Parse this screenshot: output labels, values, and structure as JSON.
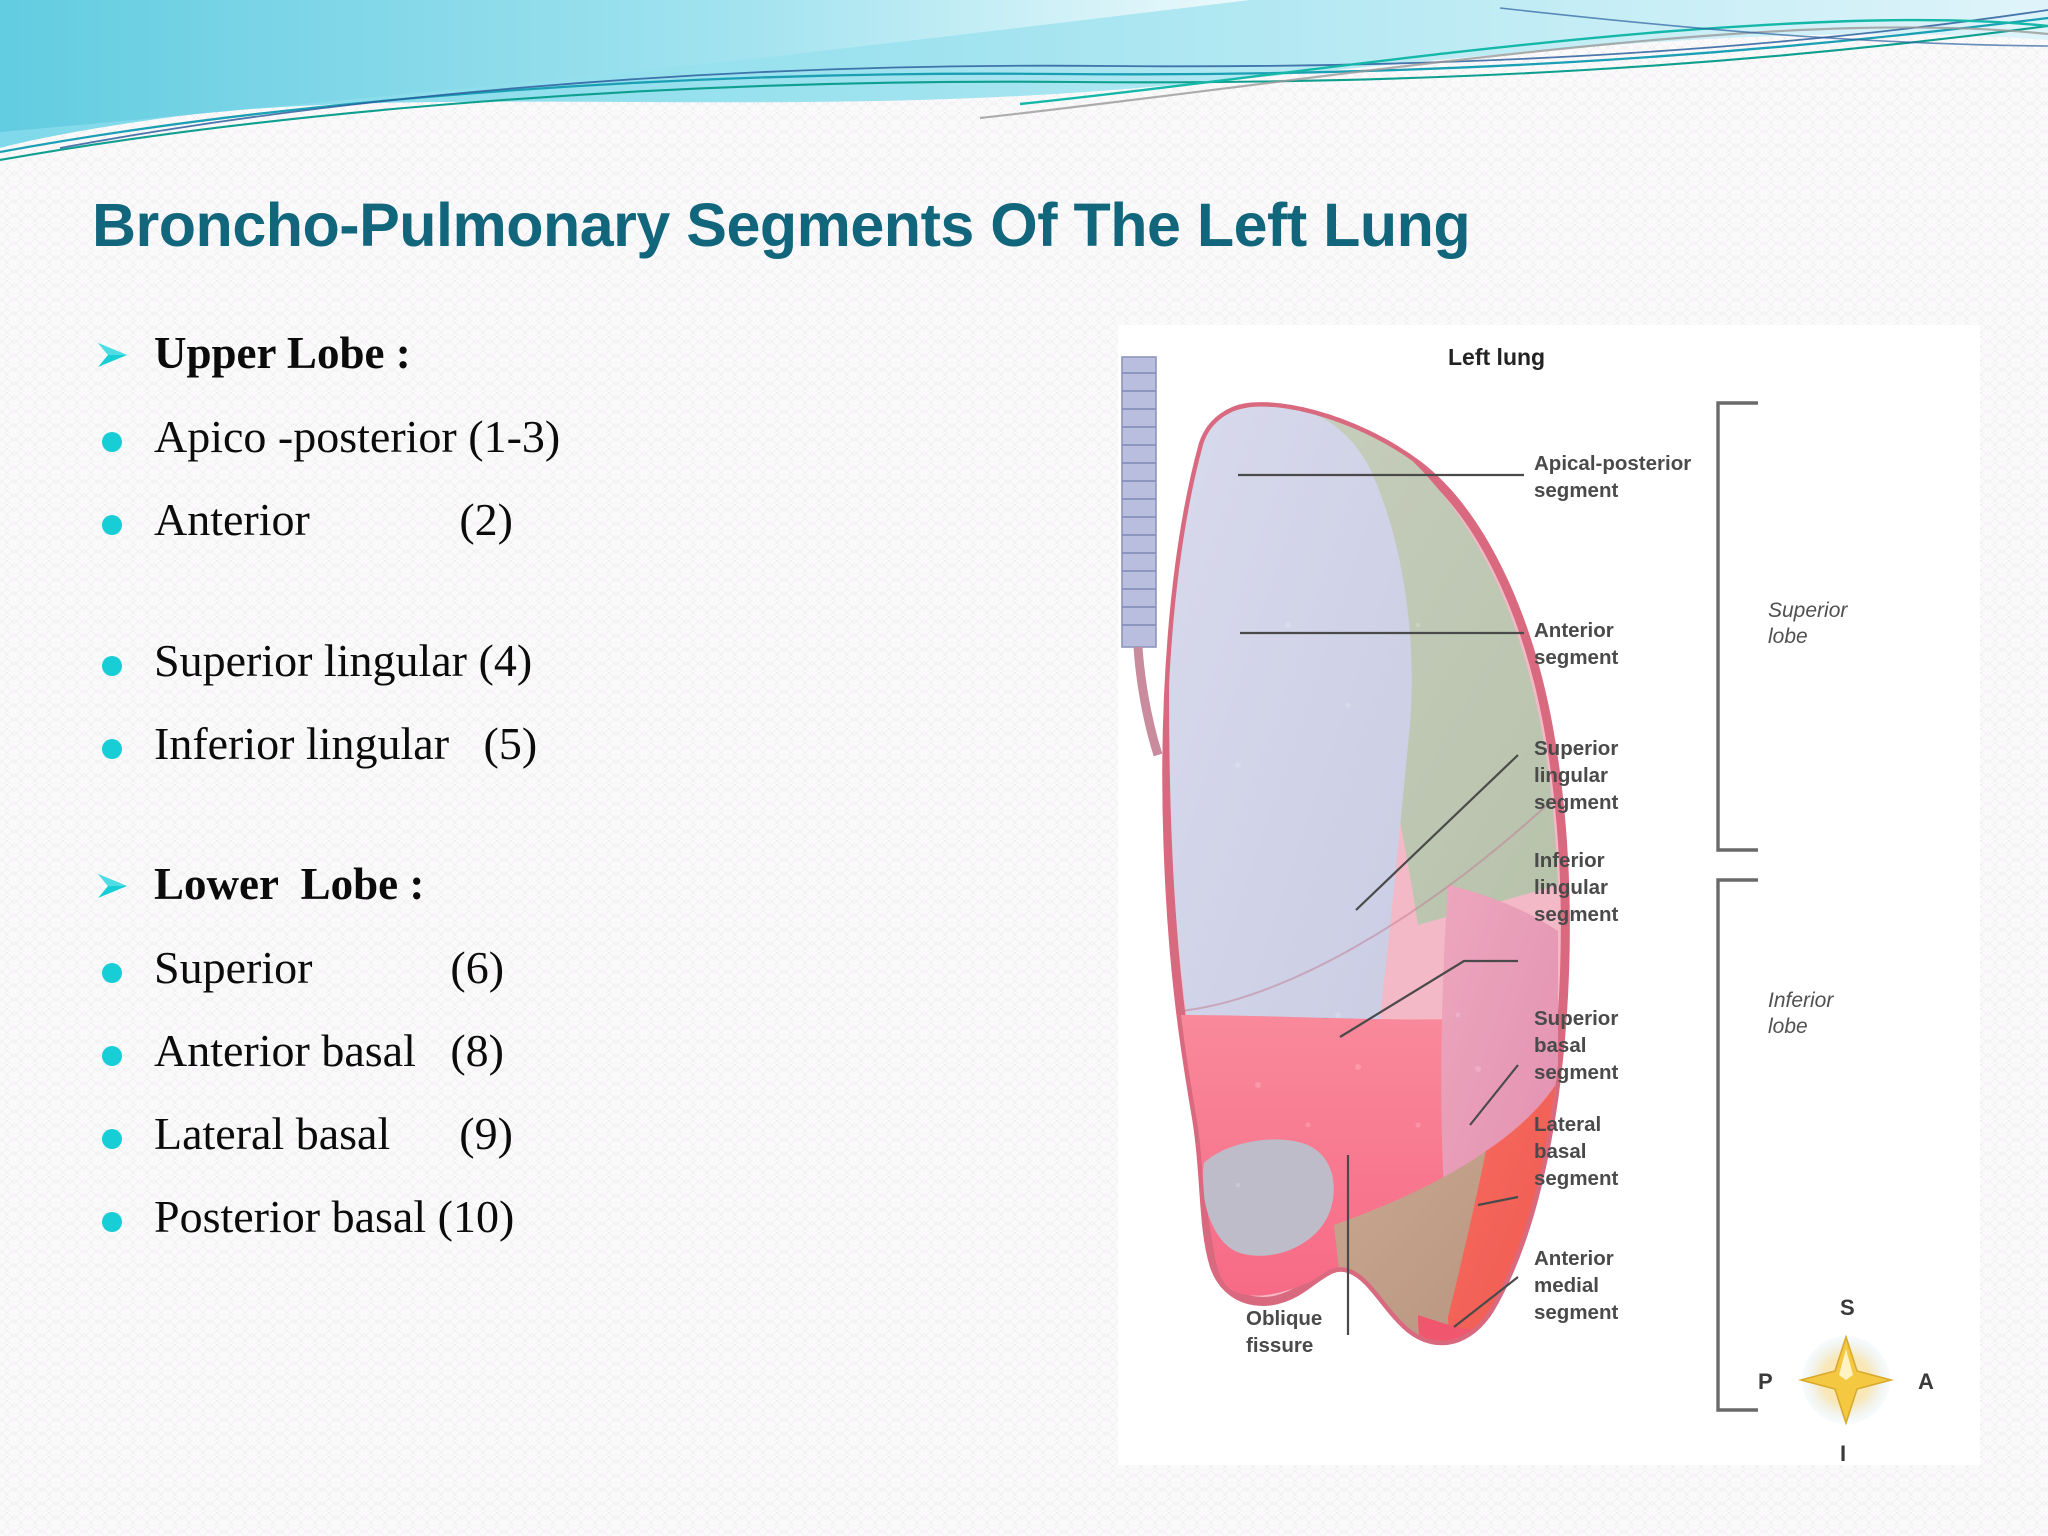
{
  "slide": {
    "title": "Broncho-Pulmonary Segments Of The Left Lung",
    "title_color": "#11667b",
    "accent_color": "#17cdd6",
    "background_color": "#fbfafb"
  },
  "content": {
    "items": [
      {
        "type": "heading",
        "bullet": "arrow-bullet",
        "label": "Upper Lobe :",
        "number": ""
      },
      {
        "type": "item",
        "bullet": "dot-bullet",
        "label": "Apico -posterior ",
        "number": "(1-3)"
      },
      {
        "type": "item",
        "bullet": "dot-bullet",
        "label": "Anterior             ",
        "number": "(2)"
      },
      {
        "type": "spacer",
        "bullet": "",
        "label": "",
        "number": ""
      },
      {
        "type": "item",
        "bullet": "dot-bullet",
        "label": "Superior lingular ",
        "number": "(4)"
      },
      {
        "type": "item",
        "bullet": "dot-bullet",
        "label": "Inferior lingular   ",
        "number": "(5)"
      },
      {
        "type": "spacer",
        "bullet": "",
        "label": "",
        "number": ""
      },
      {
        "type": "heading",
        "bullet": "arrow-bullet",
        "label": "Lower  Lobe :",
        "number": ""
      },
      {
        "type": "item",
        "bullet": "dot-bullet",
        "label": "Superior            ",
        "number": "(6)"
      },
      {
        "type": "item",
        "bullet": "dot-bullet",
        "label": "Anterior basal   ",
        "number": "(8)"
      },
      {
        "type": "item",
        "bullet": "dot-bullet",
        "label": "Lateral basal      ",
        "number": "(9)"
      },
      {
        "type": "item",
        "bullet": "dot-bullet",
        "label": "Posterior basal ",
        "number": "(10)"
      }
    ]
  },
  "diagram": {
    "title": "Left lung",
    "labels": {
      "apical_posterior": "Apical-posterior",
      "apical_posterior_2": "segment",
      "anterior": "Anterior",
      "anterior_2": "segment",
      "superior_lingular": "Superior",
      "superior_lingular_2": "lingular",
      "superior_lingular_3": "segment",
      "inferior_lingular": "Inferior",
      "inferior_lingular_2": "lingular",
      "inferior_lingular_3": "segment",
      "superior_basal": "Superior",
      "superior_basal_2": "basal",
      "superior_basal_3": "segment",
      "lateral_basal": "Lateral",
      "lateral_basal_2": "basal",
      "lateral_basal_3": "segment",
      "anterior_medial": "Anterior",
      "anterior_medial_2": "medial",
      "anterior_medial_3": "segment",
      "oblique_fissure": "Oblique",
      "oblique_fissure_2": "fissure",
      "superior_lobe": "Superior",
      "superior_lobe_2": "lobe",
      "inferior_lobe": "Inferior",
      "inferior_lobe_2": "lobe"
    },
    "compass": {
      "superior": "S",
      "inferior": "I",
      "posterior": "P",
      "anterior": "A"
    }
  }
}
